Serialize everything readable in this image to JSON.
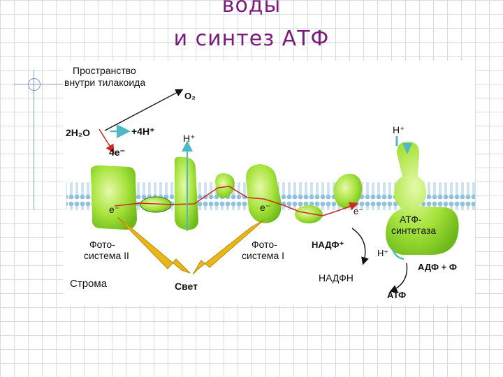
{
  "title": {
    "line1": "воды",
    "line2": "и синтез АТФ"
  },
  "labels": {
    "thylakoid_space": [
      "Пространство",
      "внутри тилакоида"
    ],
    "o2": "O₂",
    "water": "2H₂O",
    "protons_4h": "+4H⁺",
    "four_e": "4e⁻",
    "h_plus_center": "H⁺",
    "h_plus_right": "H⁺",
    "h_plus_lower": "H⁺",
    "electron": "e⁻",
    "photosystem2": [
      "Фото-",
      "система II"
    ],
    "photosystem1": [
      "Фото-",
      "система I"
    ],
    "stroma": "Строма",
    "light": "Свет",
    "nadp": "НАДФ⁺",
    "nadph": "НАДФН",
    "atp_synthase": [
      "АТФ-",
      "синтетаза"
    ],
    "adp": "АДФ + Ф",
    "atp": "АТФ"
  },
  "colors": {
    "title": "#7a1a7a",
    "protein_green": "#a6e33c",
    "membrane_blue": "#8fc0de",
    "electron_red": "#cc2a2a",
    "light_yellow": "#e8b818",
    "arrow_teal": "#4fb8c4"
  }
}
